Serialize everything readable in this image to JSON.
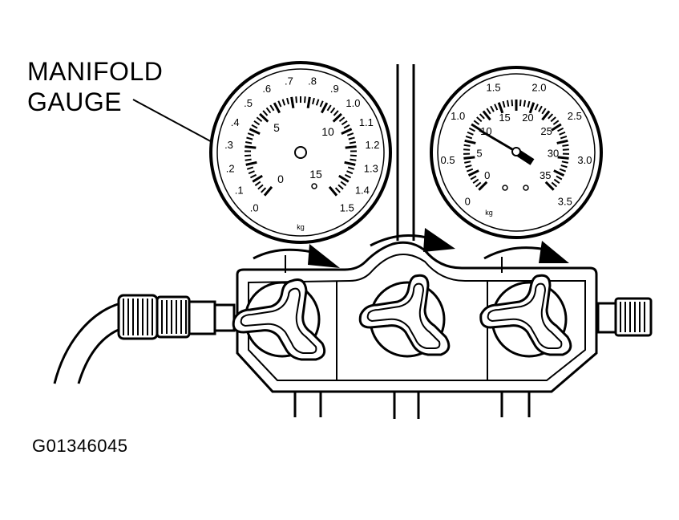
{
  "callout": {
    "line1": "MANIFOLD",
    "line2": "GAUGE"
  },
  "figure_id": "G01346045",
  "left_gauge": {
    "outer_labels": [
      ".0",
      ".1",
      ".2",
      ".3",
      ".4",
      ".5",
      ".6",
      ".7",
      ".8",
      ".9",
      "1.0",
      "1.1",
      "1.2",
      "1.3",
      "1.4",
      "1.5"
    ],
    "inner_labels": [
      "0",
      "5",
      "10",
      "15"
    ],
    "unit": "kg"
  },
  "right_gauge": {
    "outer_labels": [
      "0",
      "0.5",
      "1.0",
      "1.5",
      "2.0",
      "2.5",
      "3.0",
      "3.5"
    ],
    "inner_labels": [
      "0",
      "5",
      "10",
      "15",
      "20",
      "25",
      "30",
      "35"
    ],
    "unit": "kg"
  }
}
